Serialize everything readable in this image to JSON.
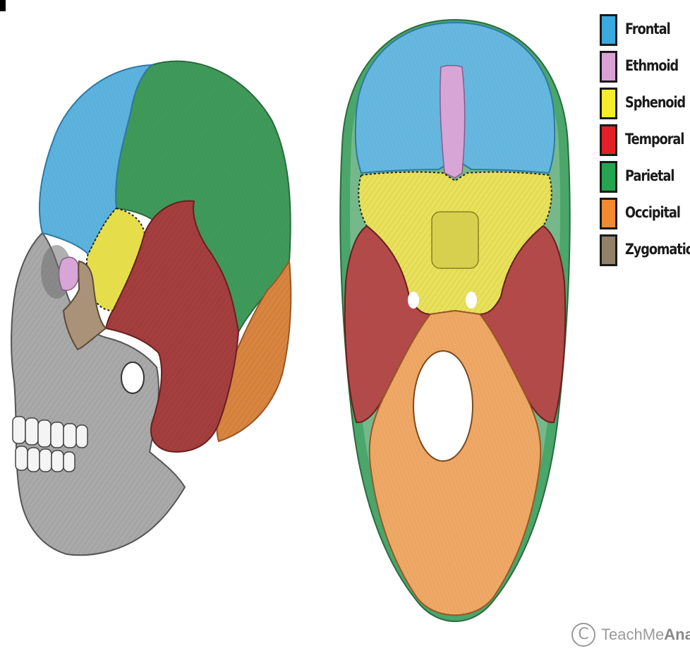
{
  "legend": {
    "items": [
      {
        "label": "Frontal",
        "color": "#3aa9de"
      },
      {
        "label": "Ethmoid",
        "color": "#d9a1d6"
      },
      {
        "label": "Sphenoid",
        "color": "#f4ee2a"
      },
      {
        "label": "Temporal",
        "color": "#e41f26"
      },
      {
        "label": "Parietal",
        "color": "#24a550"
      },
      {
        "label": "Occipital",
        "color": "#f28a30"
      },
      {
        "label": "Zygomatic",
        "color": "#93806a"
      }
    ]
  },
  "views": {
    "lateral": "lateral-skull-view",
    "inferior": "cranial-base-view"
  },
  "watermark": {
    "symbol": "C",
    "text_light": "TeachMe",
    "text_bold": "Anatomy"
  }
}
